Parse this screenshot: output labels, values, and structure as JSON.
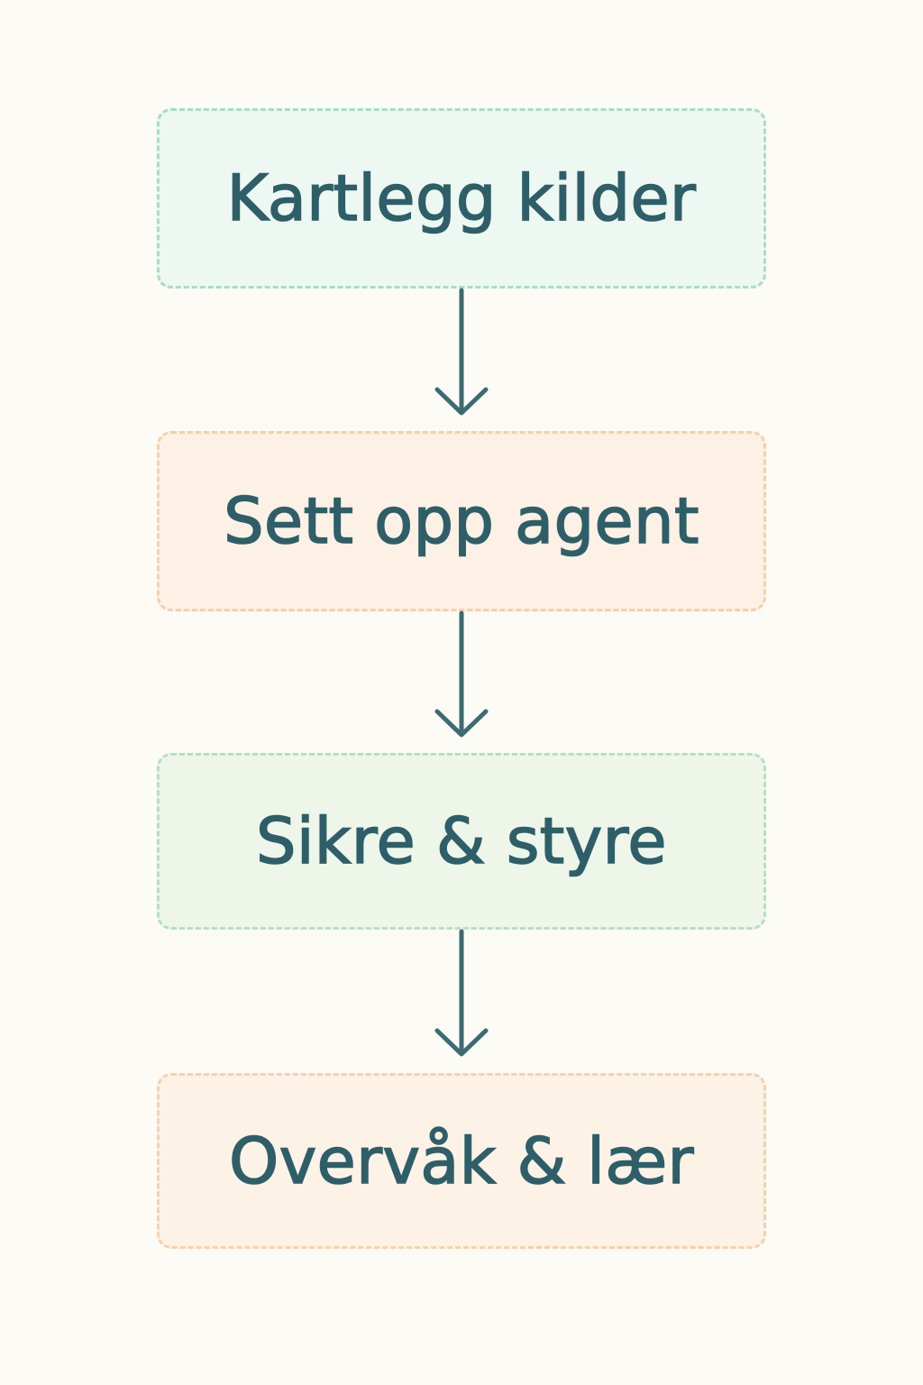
{
  "colors": {
    "background": "#fcfbf6",
    "text": "#2e5f69",
    "arrow": "#3e6a72"
  },
  "steps": [
    {
      "label": "Kartlegg kilder",
      "fill": "#eef8f2",
      "border": "#a9dcc8"
    },
    {
      "label": "Sett opp agent",
      "fill": "#fdf1e6",
      "border": "#f5cfaa"
    },
    {
      "label": "Sikre & styre",
      "fill": "#eef6ea",
      "border": "#b5dfc6"
    },
    {
      "label": "Overvåk & lær",
      "fill": "#fdf2e6",
      "border": "#f6d1ad"
    }
  ]
}
